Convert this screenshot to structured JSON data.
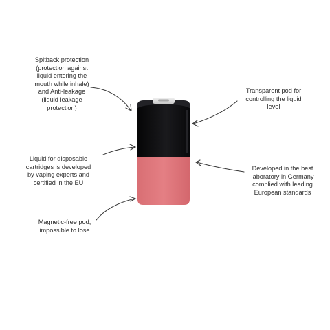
{
  "callouts": {
    "spitback": {
      "lines": [
        "Spitback protection",
        "(protection against",
        "liquid entering the",
        "mouth while inhale)",
        "and Anti-leakage",
        "(liquid leakage",
        "protection)"
      ]
    },
    "liquid": {
      "lines": [
        "Liquid for disposable",
        "cartridges is developed",
        "by vaping experts and",
        "certified in the EU"
      ]
    },
    "magnetic": {
      "lines": [
        "Magnetic-free pod,",
        "impossible to lose"
      ]
    },
    "transparent": {
      "lines": [
        "Transparent pod for",
        "controlling the liquid",
        "level"
      ]
    },
    "developed": {
      "lines": [
        "Developed in the best",
        "laboratory in Germany",
        "complied with leading",
        "European standards"
      ]
    }
  },
  "colors": {
    "pod_top": "#0d0d0f",
    "pod_bottom": "#e0777c",
    "arrow": "#3a3a3a"
  }
}
